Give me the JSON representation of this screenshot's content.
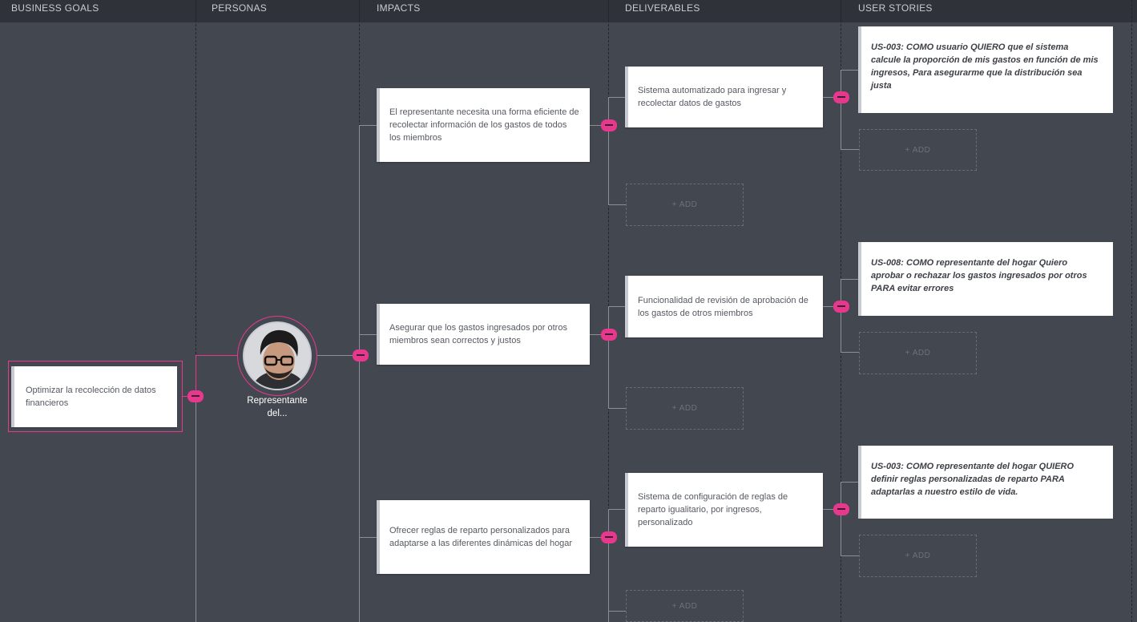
{
  "columns": [
    "BUSINESS GOALS",
    "PERSONAS",
    "IMPACTS",
    "DELIVERABLES",
    "USER STORIES"
  ],
  "goal": {
    "text": "Optimizar la recolección de datos financieros"
  },
  "persona": {
    "name_line1": "Representante",
    "name_line2": "del..."
  },
  "impacts": [
    "El representante necesita una forma eficiente de recolectar información de los gastos de todos los miembros",
    "Asegurar que los gastos ingresados por otros miembros sean correctos y justos",
    "Ofrecer reglas de reparto personalizados para adaptarse a las diferentes dinámicas del hogar"
  ],
  "deliverables": [
    "Sistema automatizado para ingresar y recolectar datos de gastos",
    "Funcionalidad de revisión de aprobación de los gastos de otros miembros",
    "Sistema de configuración de reglas de reparto igualitario, por ingresos, personalizado"
  ],
  "stories": [
    "US-003: COMO usuario QUIERO que el sistema calcule la proporción de mis gastos en función de mis ingresos, Para asegurarme que la distribución sea justa",
    "US-008: COMO representante del hogar Quiero aprobar o rechazar los gastos ingresados por otros PARA evitar errores",
    "US-003: COMO representante del hogar QUIERO definir reglas personalizadas de reparto PARA adaptarlas a nuestro estilo de vida."
  ],
  "add_label": "+ ADD",
  "colors": {
    "accent": "#e8388e",
    "background": "#434750",
    "header": "#2f3238"
  }
}
